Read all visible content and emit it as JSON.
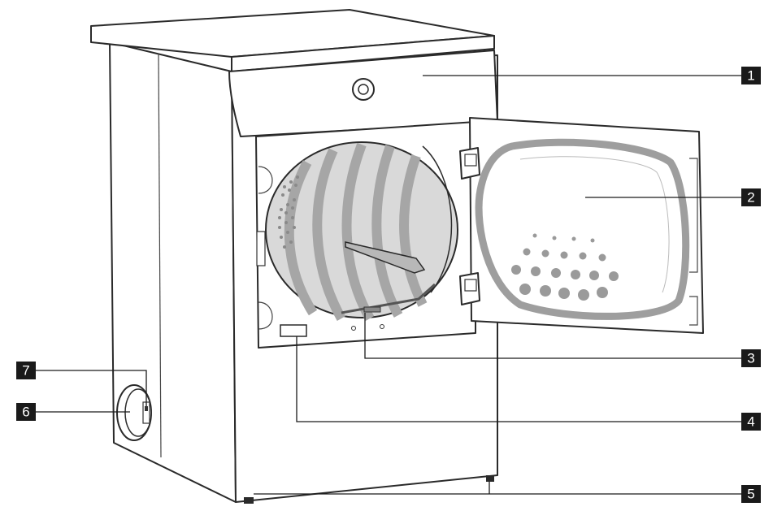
{
  "callouts": [
    {
      "id": "1",
      "label": "1"
    },
    {
      "id": "2",
      "label": "2"
    },
    {
      "id": "3",
      "label": "3"
    },
    {
      "id": "4",
      "label": "4"
    },
    {
      "id": "5",
      "label": "5"
    },
    {
      "id": "6",
      "label": "6"
    },
    {
      "id": "7",
      "label": "7"
    }
  ],
  "colors": {
    "ink": "#1a1a1a",
    "drum_light": "#d9d9d9",
    "drum_dark": "#a6a6a6",
    "door_seal": "#9e9e9e",
    "door_holes": "#9a9a9a"
  }
}
